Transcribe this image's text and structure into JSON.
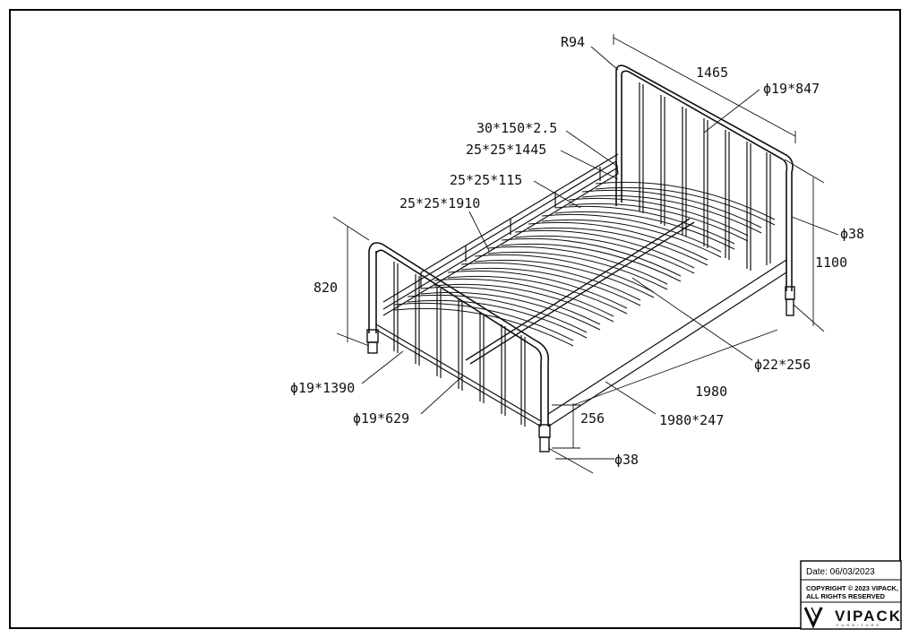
{
  "dimensions": {
    "radius": "R94",
    "headboard_width": "1465",
    "headboard_bar": "ϕ19*847",
    "slat": "30*150*2.5",
    "side_tube_long": "25*25*1445",
    "side_tube_short": "25*25*115",
    "center_rail": "25*25*1910",
    "leg_diameter_head": "ϕ38",
    "headboard_height": "1100",
    "footboard_height": "820",
    "center_leg": "ϕ22*256",
    "footboard_rail": "ϕ19*1390",
    "length": "1980",
    "footboard_bar": "ϕ19*629",
    "clearance": "256",
    "side_rail": "1980*247",
    "leg_diameter_foot": "ϕ38"
  },
  "title_block": {
    "date": "Date: 06/03/2023",
    "copyright_line1": "COPYRIGHT  © 2023 VIPACK,",
    "copyright_line2": "ALL RIGHTS RESERVED",
    "brand": "VIPACK",
    "brand_sub": "FURNITURE"
  },
  "colors": {
    "ink": "#111111",
    "paper": "#ffffff"
  }
}
